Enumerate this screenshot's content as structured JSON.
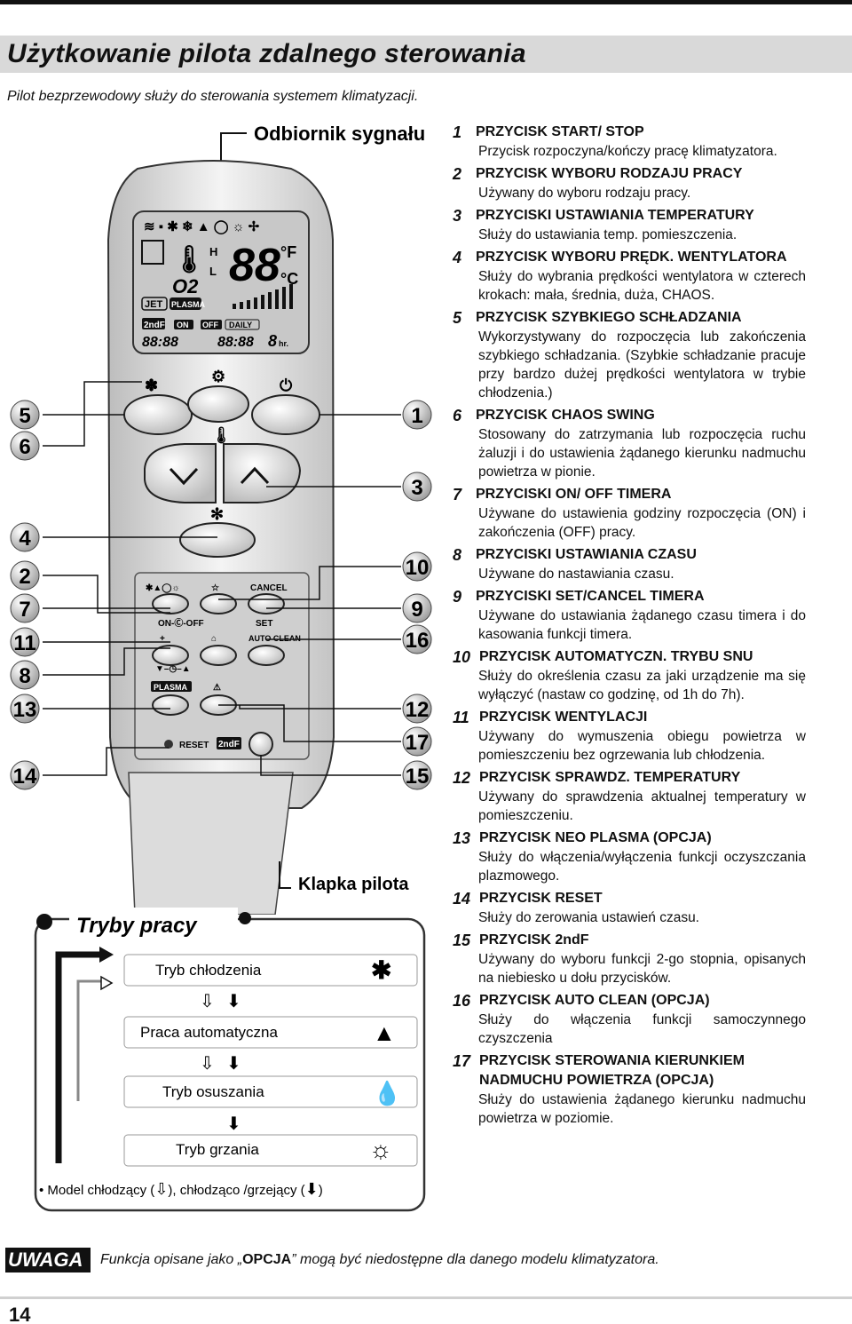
{
  "title": "Użytkowanie pilota zdalnego sterowania",
  "intro": "Pilot bezprzewodowy służy do sterowania systemem klimatyzacji.",
  "diagram": {
    "receiver_label": "Odbiornik sygnału",
    "flap_label": "Klapka pilota",
    "display": {
      "digits": "88",
      "unit_f": "°F",
      "unit_c": "°C",
      "o2": "O2",
      "jet": "JET",
      "plasma": "PLASMA",
      "second_f": "2ndF",
      "on": "ON",
      "off": "OFF",
      "daily": "DAILY",
      "hr": "hr.",
      "timer": "88:88"
    },
    "keypad": {
      "cancel": "CANCEL",
      "on_off": "ON-Ⓒ-OFF",
      "set": "SET",
      "auto_clean": "AUTO CLEAN",
      "plasma": "PLASMA",
      "reset": "RESET",
      "second_f": "2ndF"
    },
    "callouts_left": [
      "5",
      "6",
      "4",
      "2",
      "7",
      "11",
      "8",
      "13",
      "14"
    ],
    "callouts_right": [
      "1",
      "3",
      "10",
      "9",
      "16",
      "12",
      "17",
      "15"
    ]
  },
  "modes": {
    "title": "Tryby pracy",
    "items": [
      "Tryb chłodzenia",
      "Praca automatyczna",
      "Tryb osuszania",
      "Tryb grzania"
    ],
    "footnote_a": "• Model chłodzący (",
    "footnote_b": "), chłodząco /grzejący (",
    "footnote_c": ")"
  },
  "items": [
    {
      "num": "1",
      "title": "PRZYCISK START/ STOP",
      "desc": "Przycisk rozpoczyna/kończy pracę klimatyzatora."
    },
    {
      "num": "2",
      "title": "PRZYCISK WYBORU RODZAJU PRACY",
      "desc": "Używany do wyboru rodzaju pracy."
    },
    {
      "num": "3",
      "title": "PRZYCISKI USTAWIANIA TEMPERATURY",
      "desc": "Służy do ustawiania temp. pomieszczenia."
    },
    {
      "num": "4",
      "title": "PRZYCISK WYBORU PRĘDK. WENTYLATORA",
      "desc": "Służy do wybrania prędkości wentylatora w czterech krokach: mała, średnia, duża, CHAOS."
    },
    {
      "num": "5",
      "title": "PRZYCISK SZYBKIEGO SCHŁADZANIA",
      "desc": "Wykorzystywany do rozpoczęcia lub zakończenia szybkiego schładzania. (Szybkie schładzanie pracuje przy bardzo dużej prędkości wentylatora w trybie chłodzenia.)"
    },
    {
      "num": "6",
      "title": "PRZYCISK CHAOS SWING",
      "desc": "Stosowany do zatrzymania lub rozpoczęcia ruchu żaluzji i do ustawienia żądanego kierunku nadmuchu powietrza w pionie."
    },
    {
      "num": "7",
      "title": "PRZYCISKI ON/ OFF TIMERA",
      "desc": "Używane do ustawienia godziny rozpoczęcia (ON) i zakończenia (OFF) pracy."
    },
    {
      "num": "8",
      "title": "PRZYCISKI USTAWIANIA CZASU",
      "desc": "Używane do nastawiania czasu."
    },
    {
      "num": "9",
      "title": "PRZYCISKI SET/CANCEL TIMERA",
      "desc": "Używane do ustawiania żądanego czasu timera i do kasowania funkcji timera."
    },
    {
      "num": "10",
      "title": "PRZYCISK AUTOMATYCZN. TRYBU SNU",
      "desc": "Służy do określenia czasu za jaki urządzenie ma się wyłączyć (nastaw co godzinę, od 1h do 7h)."
    },
    {
      "num": "11",
      "title": "PRZYCISK WENTYLACJI",
      "desc": "Używany do wymuszenia obiegu powietrza w pomieszczeniu bez ogrzewania lub chłodzenia."
    },
    {
      "num": "12",
      "title": "PRZYCISK SPRAWDZ. TEMPERATURY",
      "desc": "Używany do sprawdzenia aktualnej temperatury w pomieszczeniu."
    },
    {
      "num": "13",
      "title": "PRZYCISK NEO PLASMA (OPCJA)",
      "desc": "Służy do włączenia/wyłączenia funkcji oczyszczania plazmowego."
    },
    {
      "num": "14",
      "title": "PRZYCISK RESET",
      "desc": "Służy do zerowania ustawień czasu."
    },
    {
      "num": "15",
      "title": "PRZYCISK 2ndF",
      "desc": "Używany do wyboru funkcji 2-go stopnia, opisanych na niebiesko u dołu przycisków."
    },
    {
      "num": "16",
      "title": "PRZYCISK AUTO CLEAN (OPCJA)",
      "desc": "Służy do włączenia funkcji samoczynnego czyszczenia"
    },
    {
      "num": "17",
      "title": "PRZYCISK STEROWANIA KIERUNKIEM NADMUCHU POWIETRZA (OPCJA)",
      "desc": "Służy do ustawienia żądanego kierunku nadmuchu powietrza w poziomie."
    }
  ],
  "note": {
    "label": "UWAGA",
    "text_a": "Funkcja opisane jako „",
    "text_b": "OPCJA",
    "text_c": "” mogą być niedostępne dla danego modelu klimatyzatora."
  },
  "page_number": "14"
}
